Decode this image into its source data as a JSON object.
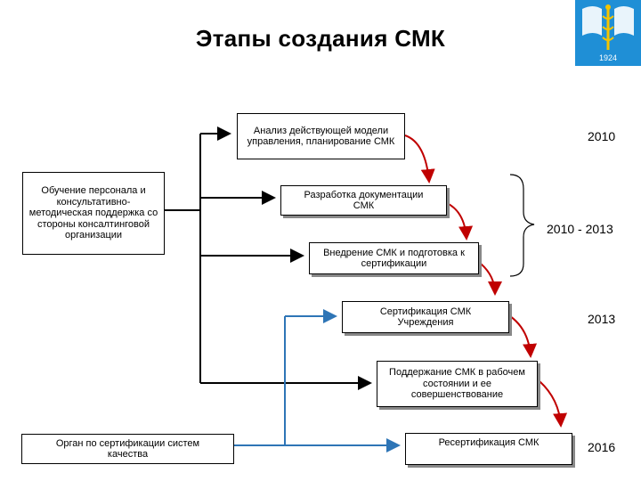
{
  "title": "Этапы создания СМК",
  "logo": {
    "year": "1924",
    "icon": "caduceus-icon"
  },
  "nodes": {
    "analysis": "Анализ действующей модели управления, планирование СМК",
    "training": "Обучение персонала и консультативно-методическая поддержка со стороны консалтинговой организации",
    "docs": "Разработка документации СМК",
    "implementation": "Внедрение СМК и подготовка к сертификации",
    "certification": "Сертификация СМК Учреждения",
    "maintenance": "Поддержание СМК в рабочем состоянии и ее совершенствование",
    "cert_body": "Орган по сертификации систем качества",
    "recert": "Ресертификация СМК"
  },
  "years": {
    "y1": "2010",
    "y2": "2010 - 2013",
    "y3": "2013",
    "y4": "2016"
  },
  "colors": {
    "red_arrow": "#c00000",
    "blue_line": "#2e75b6",
    "black_line": "#000000",
    "logo_bg": "#1f8fd6"
  }
}
